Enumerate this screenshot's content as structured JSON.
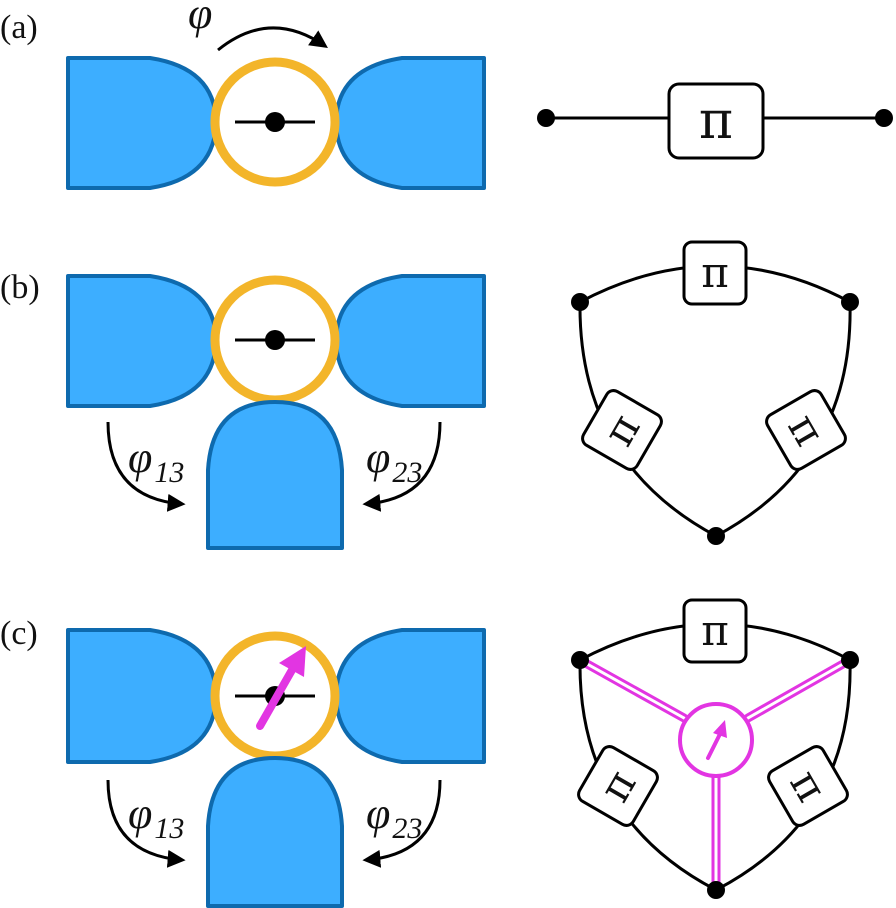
{
  "panels": {
    "a": {
      "label": "(a)",
      "phase": "φ"
    },
    "b": {
      "label": "(b)",
      "phase_left": "φ",
      "phase_left_sub": "13",
      "phase_right": "φ",
      "phase_right_sub": "23"
    },
    "c": {
      "label": "(c)",
      "phase_left": "φ",
      "phase_left_sub": "13",
      "phase_right": "φ",
      "phase_right_sub": "23"
    }
  },
  "junction_symbol": "π",
  "colors": {
    "lead_fill": "#3DAEFF",
    "lead_edge": "#0E6AAE",
    "dot_ring": "#F3B52A",
    "spin": "#E235E2",
    "wire": "#000000"
  }
}
